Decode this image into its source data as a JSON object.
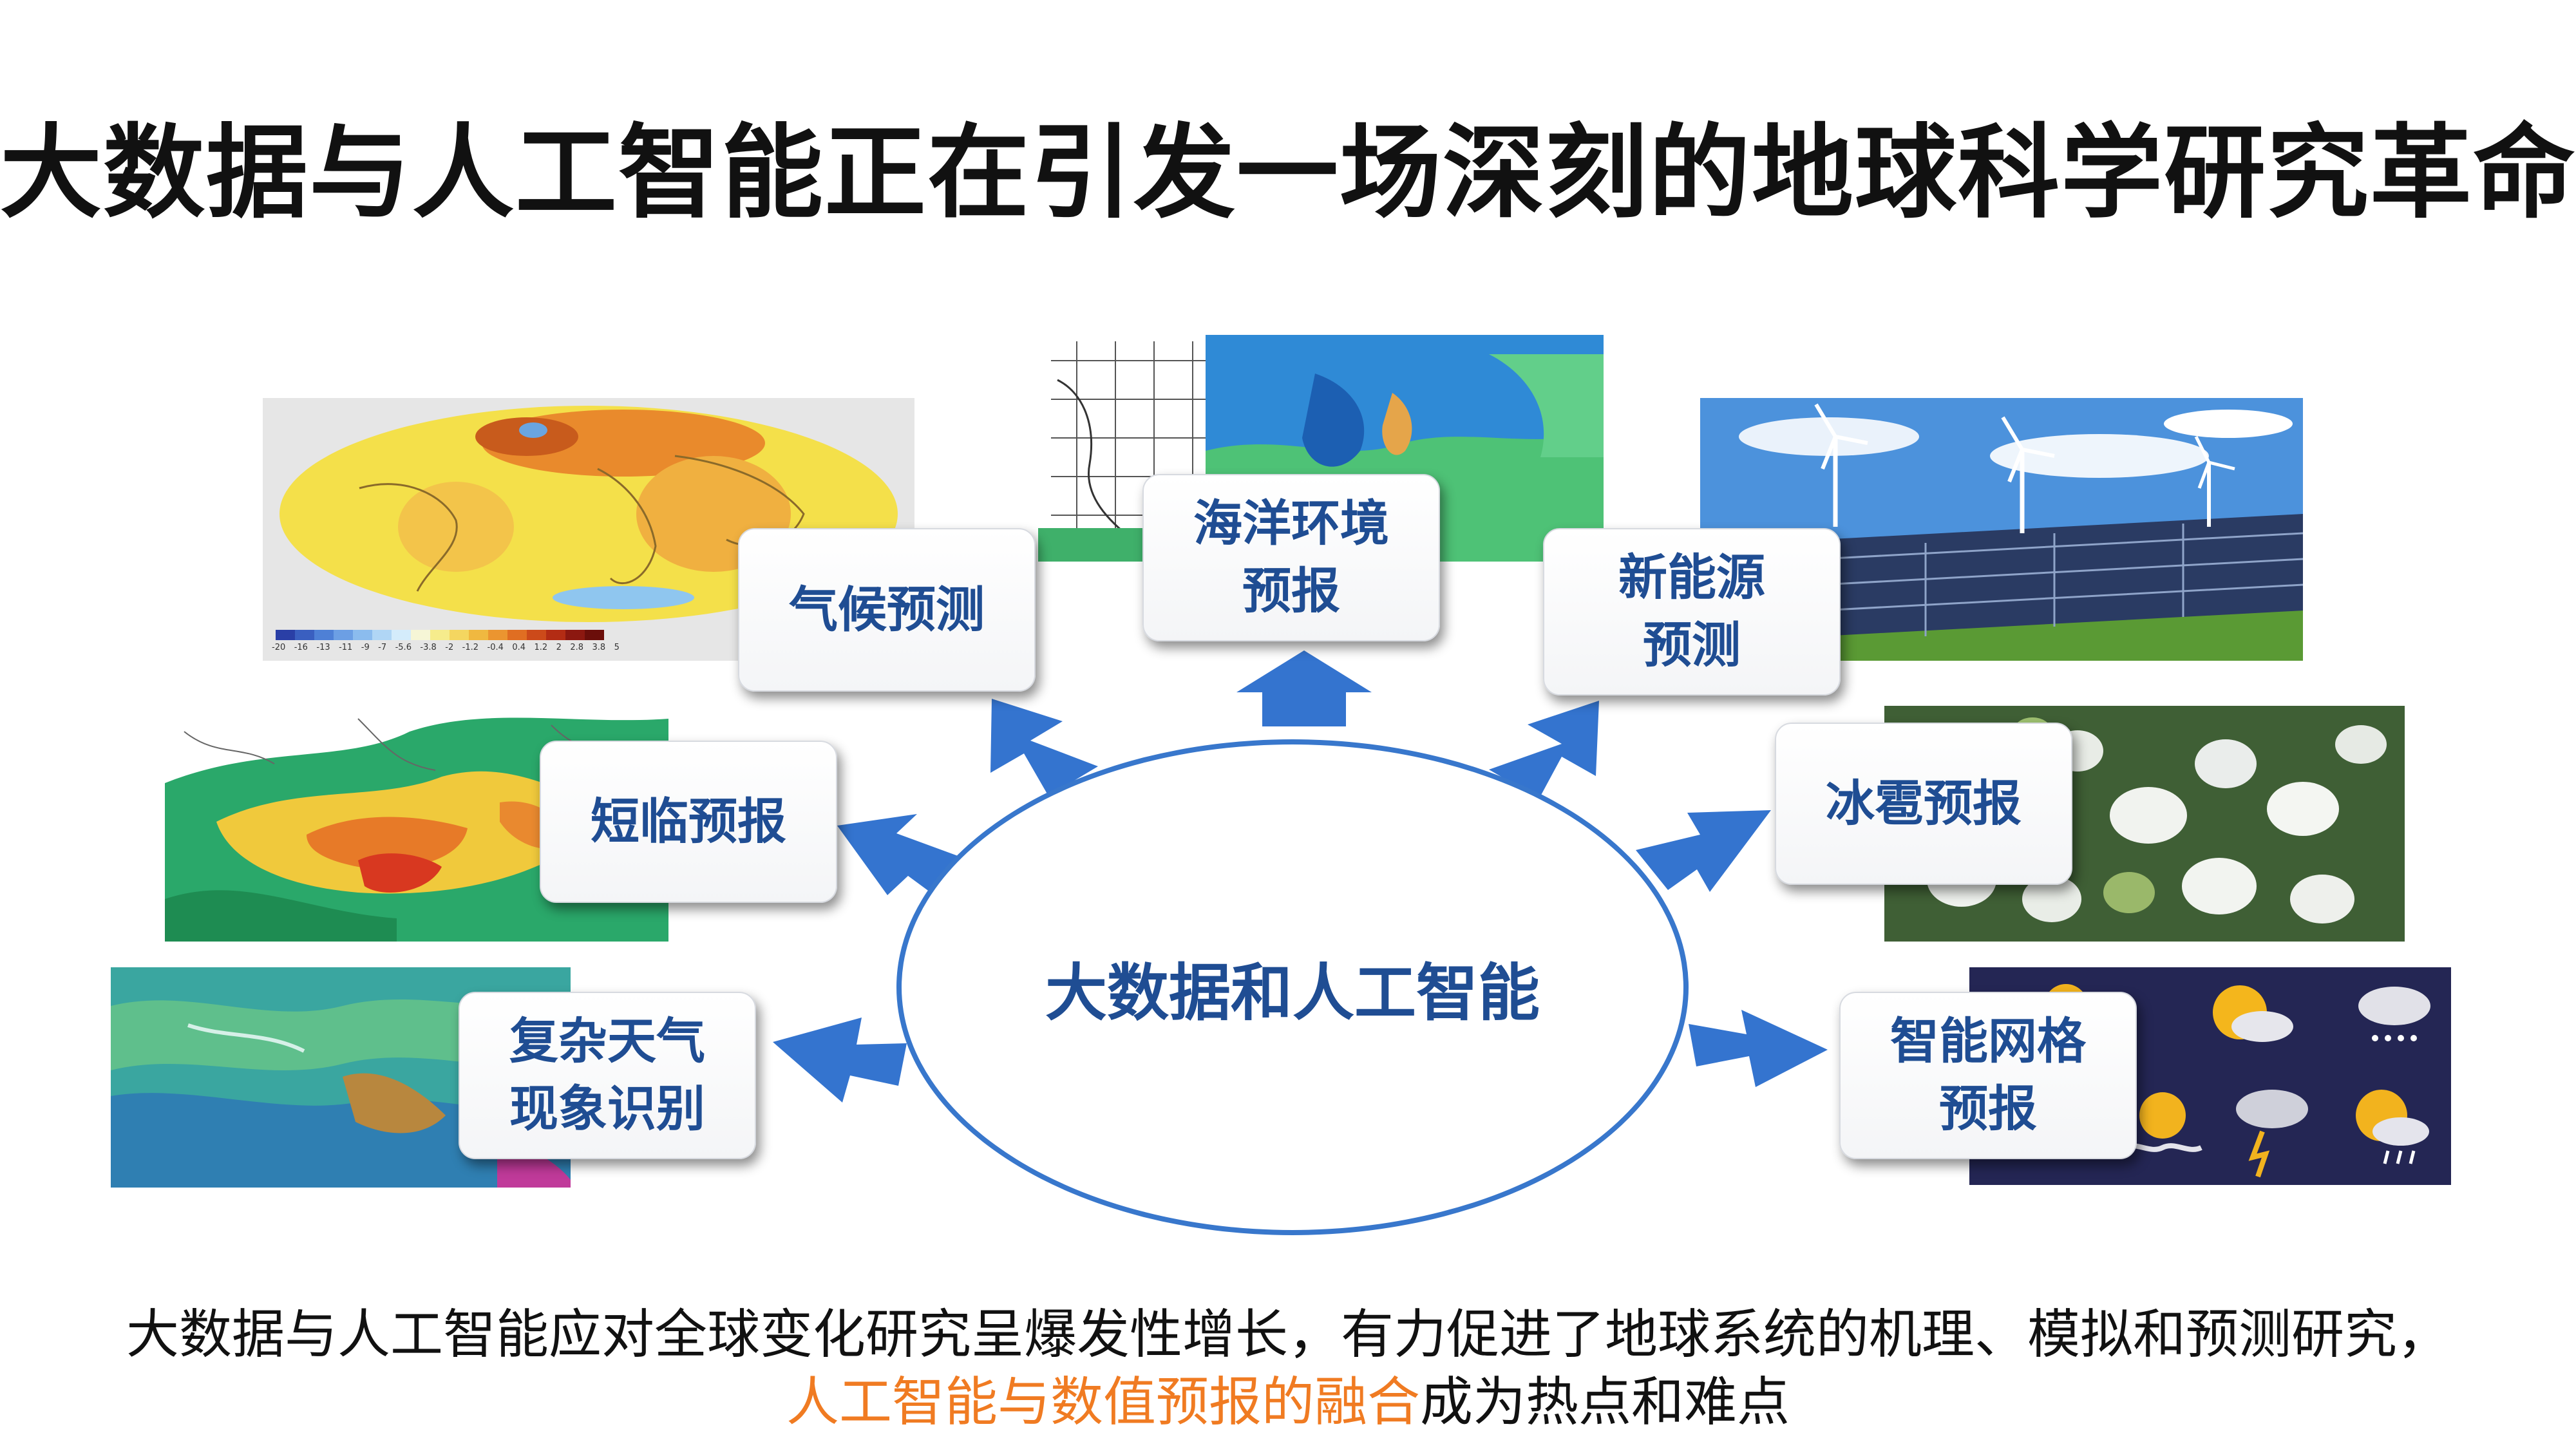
{
  "title": "大数据与人工智能正在引发一场深刻的地球科学研究革命",
  "center": {
    "label": "大数据和人工智能"
  },
  "nodes": {
    "climate": {
      "label": "气候预测"
    },
    "ocean": {
      "line1": "海洋环境",
      "line2": "预报"
    },
    "energy": {
      "line1": "新能源",
      "line2": "预测"
    },
    "nowcast": {
      "label": "短临预报"
    },
    "hail": {
      "label": "冰雹预报"
    },
    "complex": {
      "line1": "复杂天气",
      "line2": "现象识别"
    },
    "grid": {
      "line1": "智能网格",
      "line2": "预报"
    }
  },
  "climate_scale": {
    "ticks": [
      "-20",
      "-16",
      "-13",
      "-11",
      "-9",
      "-7",
      "-5.6",
      "-3.8",
      "-2",
      "-1.2",
      "-0.4",
      "0.4",
      "1.2",
      "2",
      "2.8",
      "3.8",
      "5"
    ]
  },
  "caption": {
    "line1": "大数据与人工智能应对全球变化研究呈爆发性增长，有力促进了地球系统的机理、模拟和预测研究，",
    "line2_highlight": "人工智能与数值预报的融合",
    "line2_rest": "成为热点和难点"
  },
  "colors": {
    "box_text": "#1f4d93",
    "arrow": "#3474cf",
    "ellipse_border": "#3877cc",
    "highlight": "#f07b22"
  }
}
